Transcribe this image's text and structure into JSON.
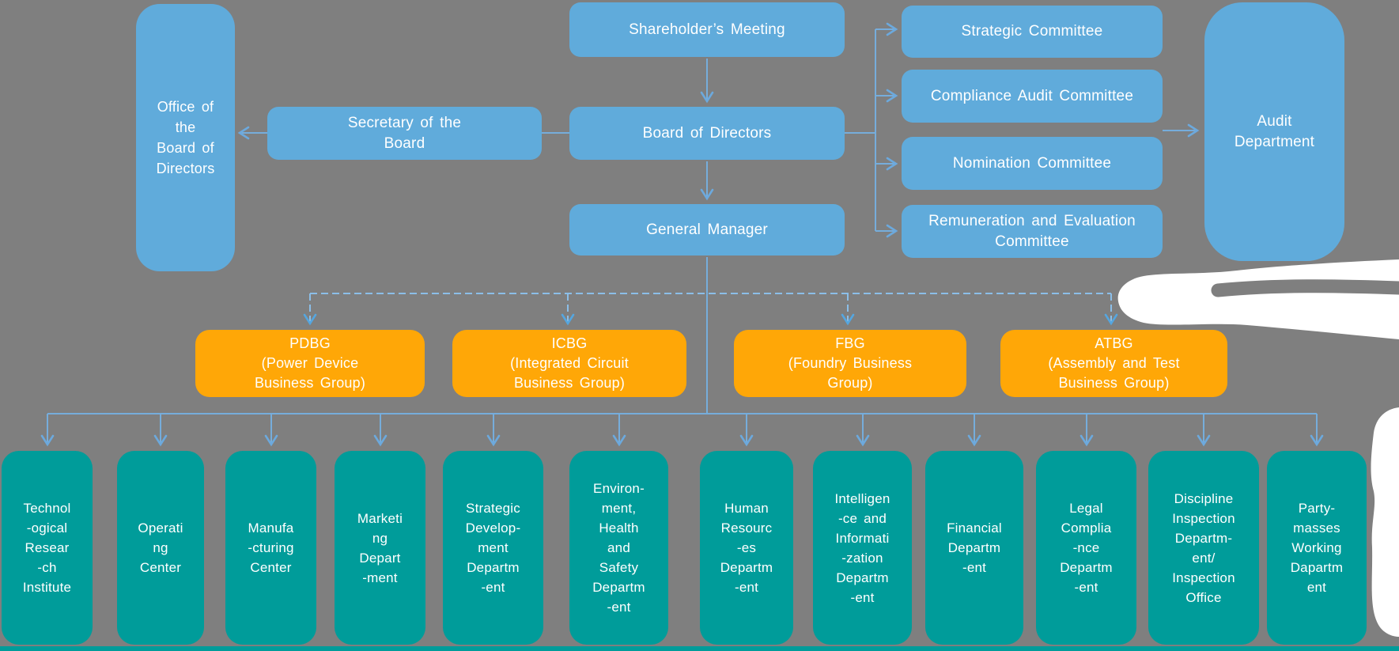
{
  "palette": {
    "background": "#7F7F7F",
    "blue_box": "#60ABDB",
    "orange_box": "#FFA707",
    "teal_box": "#009C9A",
    "solid_connector": "#76ADDB",
    "dashed_connector": "#8BBEE8",
    "text": "#FFFFFF",
    "whiteout": "#FFFFFF"
  },
  "nodes": {
    "shareholders_meeting": "Shareholder’s Meeting",
    "board_of_directors": "Board of Directors",
    "general_manager": "General Manager",
    "secretary_of_the_board": "Secretary of the\nBoard",
    "office_of_the_board": "Office of\nthe\nBoard of\nDirectors",
    "audit_department": "Audit\nDepartment"
  },
  "committees": [
    "Strategic Committee",
    "Compliance Audit Committee",
    "Nomination Committee",
    "Remuneration and Evaluation\nCommittee"
  ],
  "business_groups": [
    "PDBG\n(Power Device\nBusiness Group)",
    "ICBG\n(Integrated Circuit\nBusiness Group)",
    "FBG\n(Foundry Business\nGroup)",
    "ATBG\n(Assembly and Test\nBusiness Group)"
  ],
  "departments": [
    "Technol\n-ogical\nResear\n-ch\nInstitute",
    "Operati\nng\nCenter",
    "Manufa\n-cturing\nCenter",
    "Marketi\nng\nDepart\n-ment",
    "Strategic\nDevelop-\nment\nDepartm\n-ent",
    "Environ-\nment,\nHealth\nand\nSafety\nDepartm\n-ent",
    "Human\nResourc\n-es\nDepartm\n-ent",
    "Intelligen\n-ce and\nInformati\n-zation\nDepartm\n-ent",
    "Financial\nDepartm\n-ent",
    "Legal\nComplia\n-nce\nDepartm\n-ent",
    "Discipline\nInspection\nDepartm-\nent/\nInspection\nOffice",
    "Party-\nmasses\nWorking\nDapartm\nent"
  ]
}
